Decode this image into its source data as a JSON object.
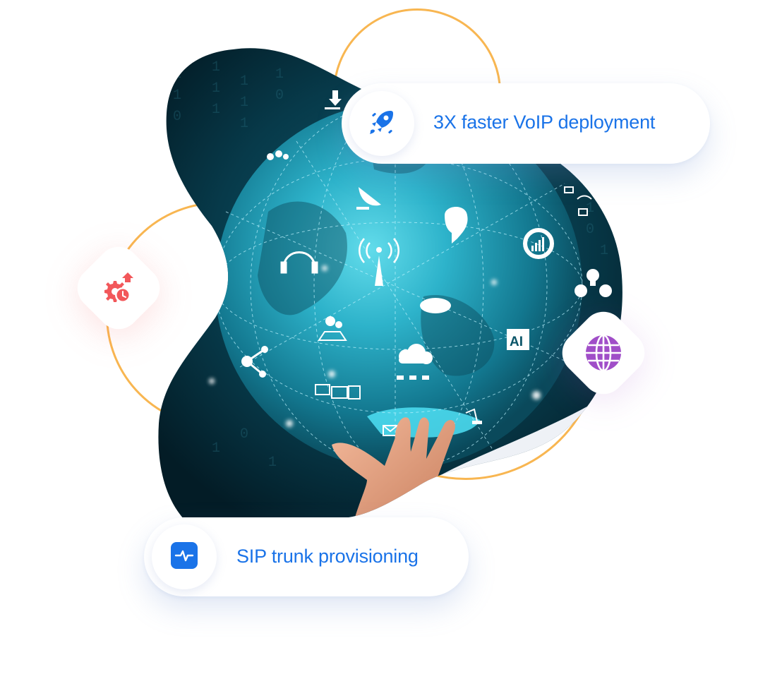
{
  "hero": {
    "feature_pills": [
      {
        "label": "3X faster VoIP deployment",
        "icon": "rocket-icon",
        "icon_color": "#1A73E8"
      },
      {
        "label": "SIP trunk provisioning",
        "icon": "activity-pulse-icon",
        "icon_color": "#1A73E8"
      }
    ],
    "badges": [
      {
        "icon": "gear-clock-upgrade-icon",
        "icon_color": "#F2575A"
      },
      {
        "icon": "globe-icon",
        "icon_color": "#A04EC8"
      }
    ],
    "illustration": {
      "description": "Hand holding glowing digital globe with network and technology icons",
      "globe_icons": [
        "download-icon",
        "gears-icon",
        "satellite-dish-icon",
        "brain-gears-icon",
        "wifi-devices-icon",
        "headset-icon",
        "antenna-icon",
        "donut-chart-icon",
        "cloud-network-icon",
        "pie-chart-icon",
        "gear-display-icon",
        "ai-chip-icon",
        "share-icon",
        "cloud-servers-icon",
        "dashboard-screens-icon",
        "mail-icon",
        "robot-arm-icon"
      ],
      "globe_ai_label": "AI"
    },
    "colors": {
      "accent_blue": "#1A73E8",
      "ring_orange": "#F8B651",
      "blob_dark": "#06303D",
      "globe_cyan": "#2FB8D0"
    }
  }
}
